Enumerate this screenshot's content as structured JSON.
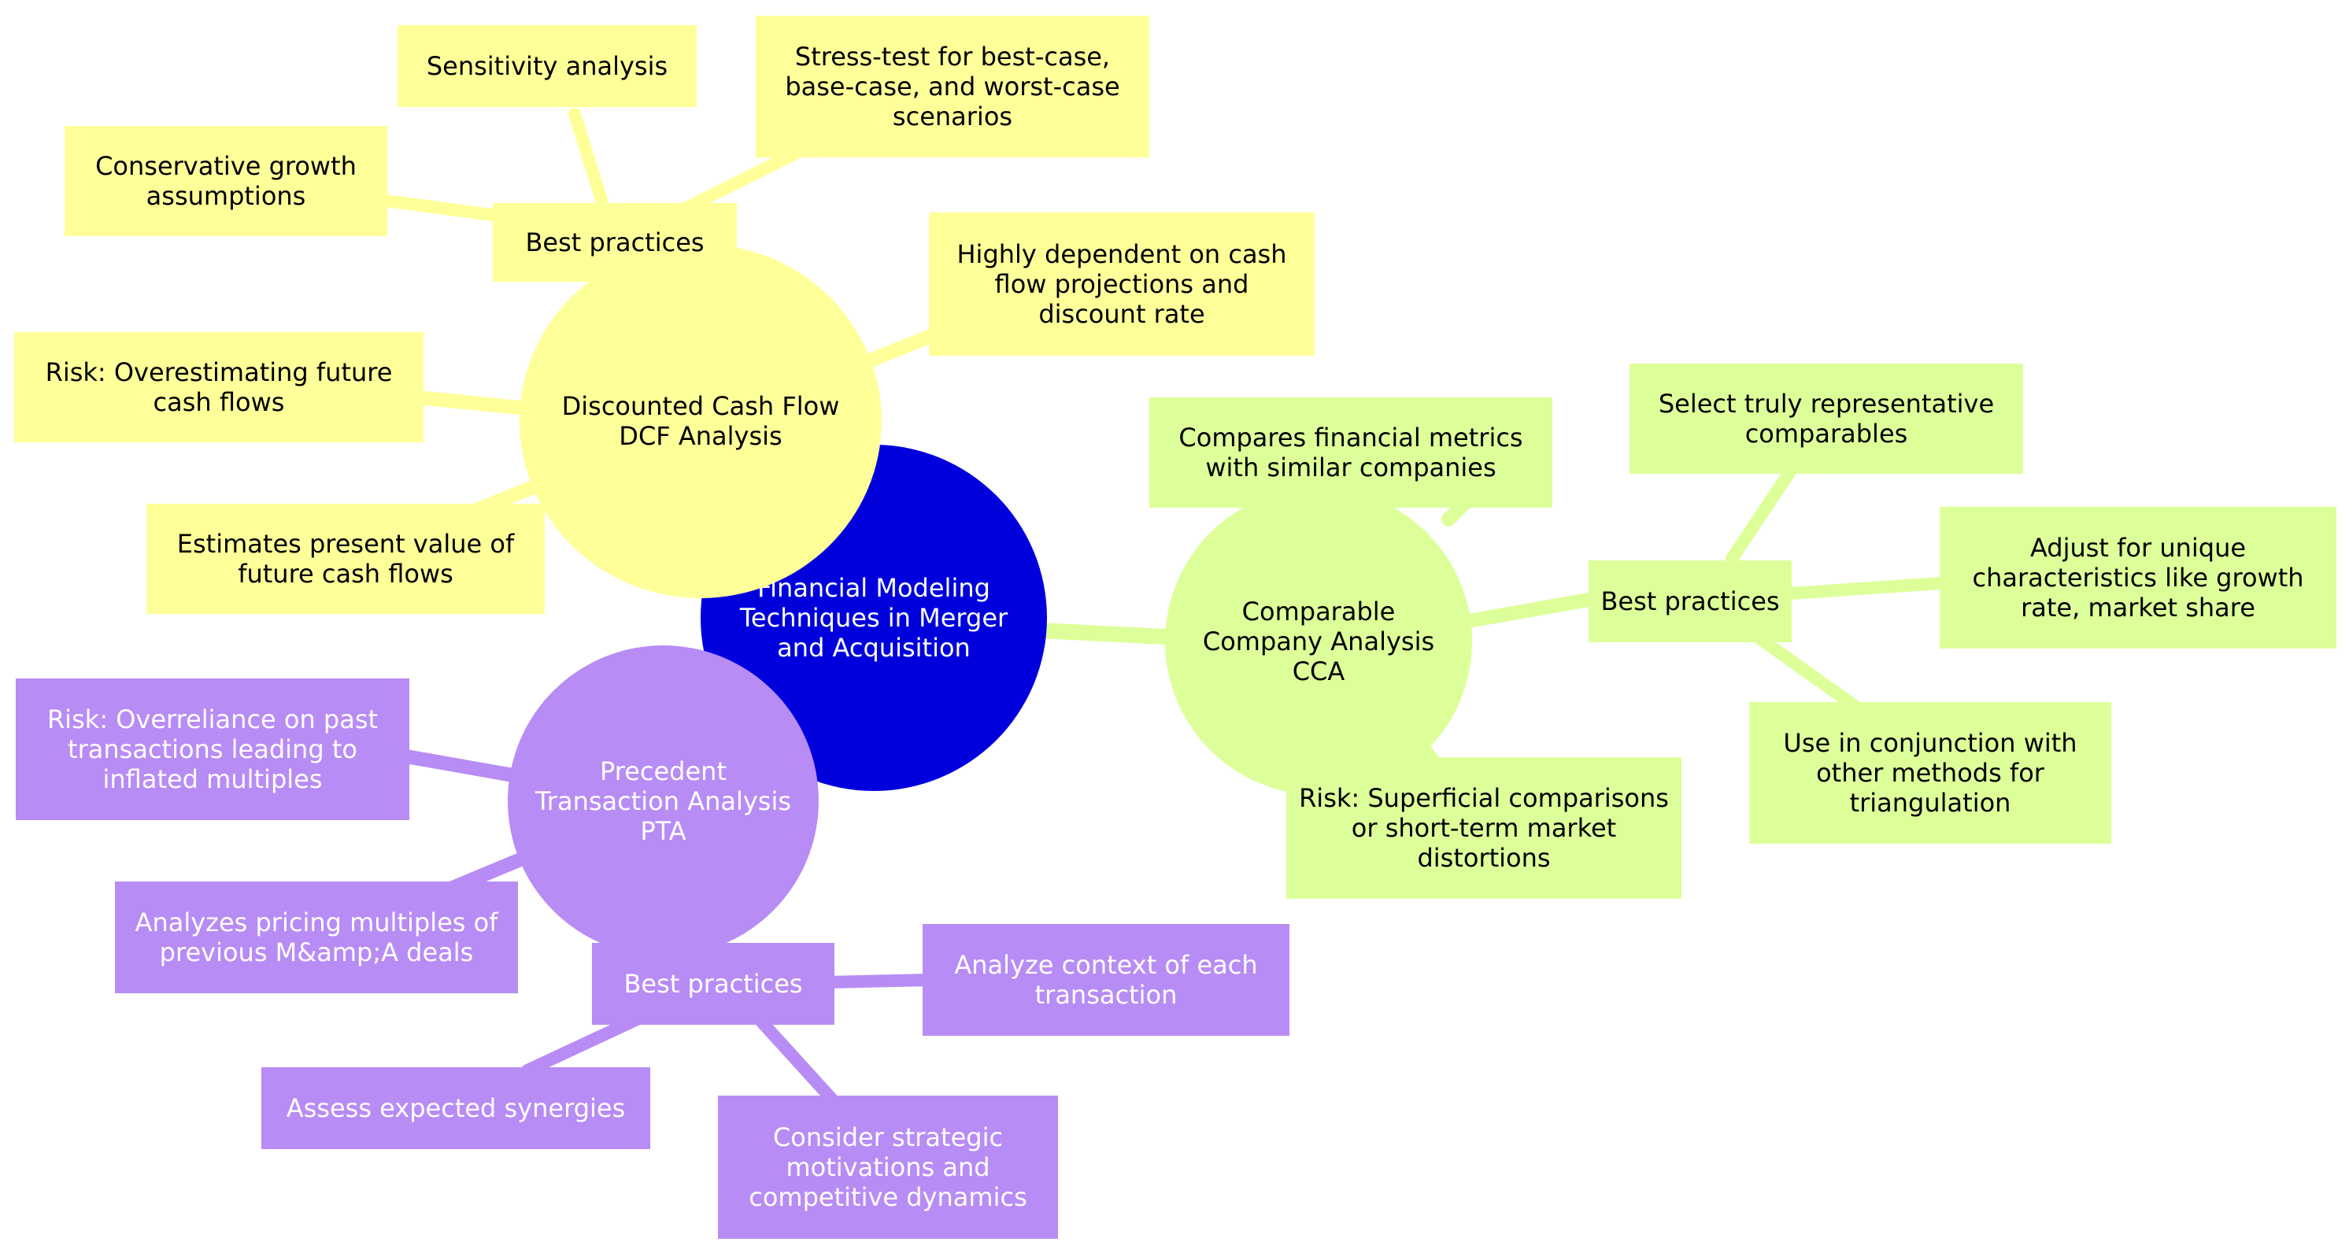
{
  "diagram": {
    "root": {
      "label": "Financial Modeling Techniques in Merger and Acquisition"
    },
    "colors": {
      "root": "#0000dd",
      "dcf": "#ffff99",
      "cca": "#ddff99",
      "pta": "#b88cf5"
    },
    "dcf": {
      "label": "Discounted Cash Flow DCF Analysis",
      "best_practices": {
        "label": "Best practices",
        "items": [
          "Sensitivity analysis",
          "Stress-test for best-case, base-case, and worst-case scenarios",
          "Conservative growth assumptions"
        ]
      },
      "dependency": "Highly dependent on cash flow projections and discount rate",
      "risk": "Risk: Overestimating future cash flows",
      "definition": "Estimates present value of future cash flows"
    },
    "cca": {
      "label": "Comparable Company Analysis CCA",
      "definition": "Compares financial metrics with similar companies",
      "best_practices": {
        "label": "Best practices",
        "items": [
          "Select truly representative comparables",
          "Adjust for unique characteristics like growth rate, market share",
          "Use in conjunction with other methods for triangulation"
        ]
      },
      "risk": "Risk: Superficial comparisons or short-term market distortions"
    },
    "pta": {
      "label": "Precedent Transaction Analysis PTA",
      "risk": "Risk: Overreliance on past transactions leading to inflated multiples",
      "definition": "Analyzes pricing multiples of previous M&amp;A deals",
      "best_practices": {
        "label": "Best practices",
        "items": [
          "Analyze context of each transaction",
          "Assess expected synergies",
          "Consider strategic motivations and competitive dynamics"
        ]
      }
    }
  }
}
